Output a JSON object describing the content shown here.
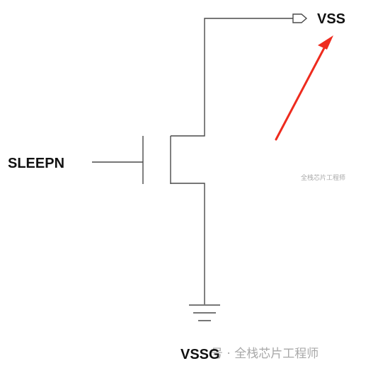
{
  "labels": {
    "gate": "SLEEPN",
    "drain_pin": "VSS",
    "source_ground": "VSSG"
  },
  "watermark": {
    "main": "号 · 全栈芯片工程师",
    "small": "全栈芯片工程师"
  },
  "colors": {
    "wire": "#4a4a4a",
    "arrow": "#ee2b1e",
    "text": "#111111",
    "watermark": "#a8a8a8"
  },
  "icons": {
    "pin": "output-pin-icon",
    "ground": "ground-icon",
    "arrow": "red-arrow-icon"
  }
}
